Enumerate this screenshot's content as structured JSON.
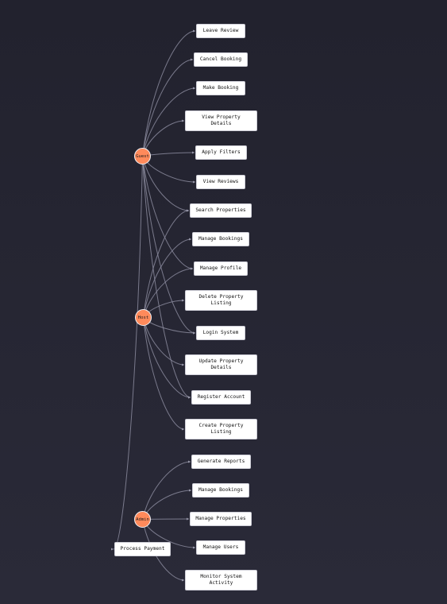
{
  "colors": {
    "actor": "#ff8a5b",
    "box": "#ffffff",
    "edge": "#8a8a9c",
    "background": "#252532"
  },
  "actors": [
    {
      "id": "guest",
      "label": "Guest"
    },
    {
      "id": "host",
      "label": "Host"
    },
    {
      "id": "admin",
      "label": "Admin"
    }
  ],
  "use_cases": [
    {
      "id": "leave-review",
      "label": "Leave Review"
    },
    {
      "id": "cancel-booking",
      "label": "Cancel Booking"
    },
    {
      "id": "make-booking",
      "label": "Make Booking"
    },
    {
      "id": "view-property-details",
      "label": "View Property Details"
    },
    {
      "id": "apply-filters",
      "label": "Apply Filters"
    },
    {
      "id": "view-reviews",
      "label": "View Reviews"
    },
    {
      "id": "search-properties",
      "label": "Search Properties"
    },
    {
      "id": "manage-bookings",
      "label": "Manage Bookings"
    },
    {
      "id": "manage-profile",
      "label": "Manage Profile"
    },
    {
      "id": "delete-property-listing",
      "label": "Delete Property Listing"
    },
    {
      "id": "login-system",
      "label": "Login System"
    },
    {
      "id": "update-property-details",
      "label": "Update Property Details"
    },
    {
      "id": "register-account",
      "label": "Register Account"
    },
    {
      "id": "create-property-listing",
      "label": "Create Property Listing"
    },
    {
      "id": "generate-reports",
      "label": "Generate Reports"
    },
    {
      "id": "manage-bookings-admin",
      "label": "Manage Bookings"
    },
    {
      "id": "manage-properties",
      "label": "Manage Properties"
    },
    {
      "id": "manage-users",
      "label": "Manage Users"
    },
    {
      "id": "monitor-system-activity",
      "label": "Monitor System Activity"
    },
    {
      "id": "process-payment",
      "label": "Process Payment"
    }
  ],
  "edges": [
    [
      "guest",
      "leave-review"
    ],
    [
      "guest",
      "cancel-booking"
    ],
    [
      "guest",
      "make-booking"
    ],
    [
      "guest",
      "view-property-details"
    ],
    [
      "guest",
      "apply-filters"
    ],
    [
      "guest",
      "view-reviews"
    ],
    [
      "guest",
      "search-properties"
    ],
    [
      "guest",
      "manage-profile"
    ],
    [
      "guest",
      "login-system"
    ],
    [
      "guest",
      "register-account"
    ],
    [
      "guest",
      "process-payment"
    ],
    [
      "host",
      "search-properties"
    ],
    [
      "host",
      "manage-bookings"
    ],
    [
      "host",
      "manage-profile"
    ],
    [
      "host",
      "delete-property-listing"
    ],
    [
      "host",
      "login-system"
    ],
    [
      "host",
      "update-property-details"
    ],
    [
      "host",
      "register-account"
    ],
    [
      "host",
      "create-property-listing"
    ],
    [
      "admin",
      "generate-reports"
    ],
    [
      "admin",
      "manage-bookings-admin"
    ],
    [
      "admin",
      "manage-properties"
    ],
    [
      "admin",
      "manage-users"
    ],
    [
      "admin",
      "monitor-system-activity"
    ]
  ]
}
